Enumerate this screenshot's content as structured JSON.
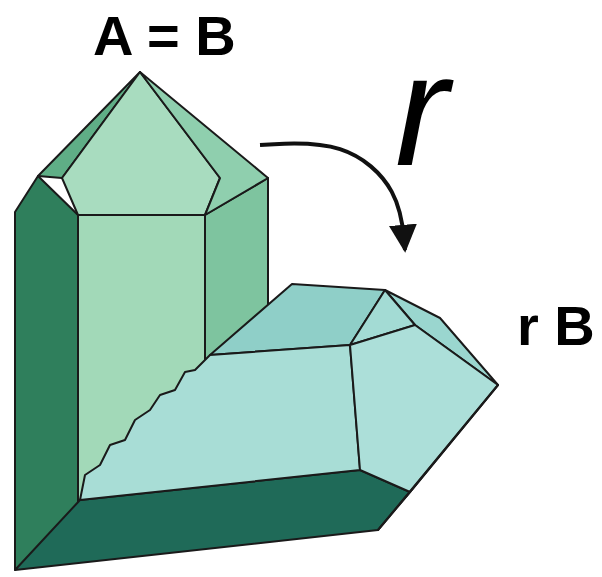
{
  "diagram": {
    "nodes": [
      {
        "text": [
          "A = B"
        ]
      },
      {
        "text": [
          "r B"
        ]
      }
    ],
    "edges": [
      {
        "from": 0,
        "to": 1,
        "arrow": "to",
        "label": "r"
      }
    ]
  }
}
